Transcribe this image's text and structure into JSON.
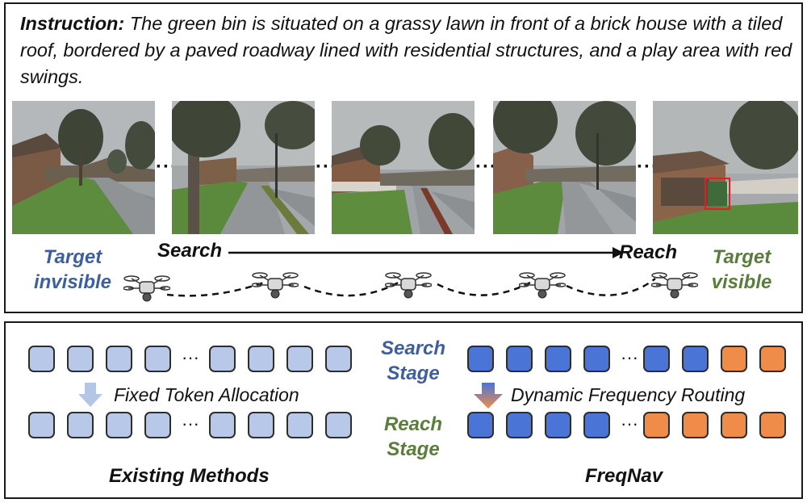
{
  "instruction": {
    "prefix": "Instruction:",
    "text": " The green bin is situated on a grassy lawn in front of a brick house with a tiled roof, bordered by a paved roadway lined with residential structures, and a play area with red swings."
  },
  "trajectory": {
    "search_label": "Search",
    "reach_label": "Reach",
    "left_status": [
      "Target",
      "invisible"
    ],
    "right_status": [
      "Target",
      "visible"
    ],
    "ellipsis": "···"
  },
  "bottom": {
    "search_stage": [
      "Search",
      "Stage"
    ],
    "reach_stage": [
      "Reach",
      "Stage"
    ],
    "left_caption": "Fixed Token Allocation",
    "right_caption": "Dynamic Frequency Routing",
    "left_title": "Existing Methods",
    "right_title": "FreqNav",
    "ellipsis": "···"
  },
  "colors": {
    "text_blue": "#3e5f9e",
    "text_green": "#5a7d3a",
    "token_light": "#b8c8e8",
    "token_dark": "#4a74d6",
    "token_orange": "#ef8c4a",
    "target_box": "#e02020"
  }
}
